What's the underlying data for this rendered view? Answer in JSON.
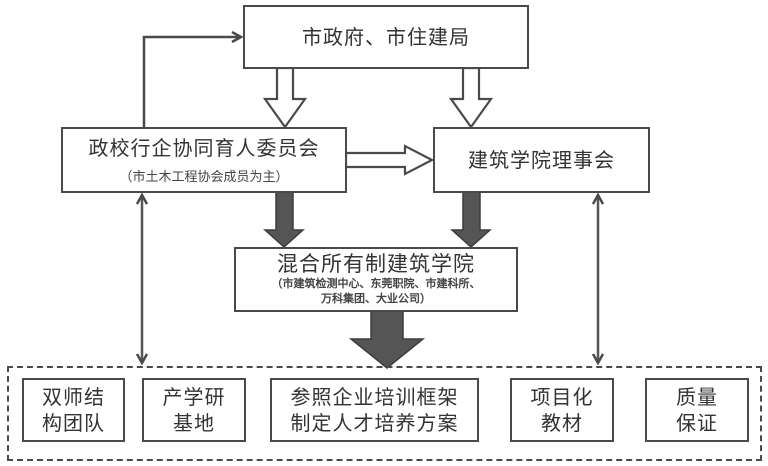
{
  "diagram": {
    "nodes": {
      "government": {
        "title": "市政府、市住建局"
      },
      "committee": {
        "title": "政校行企协同育人委员会",
        "subtitle": "（市土木工程协会成员为主）"
      },
      "council": {
        "title": "建筑学院理事会"
      },
      "college": {
        "title": "混合所有制建筑学院",
        "subtitle_line1": "（市建筑检测中心、东莞职院、市建科所、",
        "subtitle_line2": "万科集团、大业公司）"
      }
    },
    "outcomes": [
      {
        "line1": "双师结",
        "line2": "构团队"
      },
      {
        "line1": "产学研",
        "line2": "基地"
      },
      {
        "line1": "参照企业培训框架",
        "line2": "制定人才培养方案"
      },
      {
        "line1": "项目化",
        "line2": "教材"
      },
      {
        "line1": "质量",
        "line2": "保证"
      }
    ],
    "edges": [
      {
        "from": "committee",
        "to": "government",
        "style": "thin-arrow"
      },
      {
        "from": "government",
        "to": "committee",
        "style": "hollow-arrow"
      },
      {
        "from": "government",
        "to": "council",
        "style": "hollow-arrow"
      },
      {
        "from": "committee",
        "to": "council",
        "style": "hollow-arrow"
      },
      {
        "from": "committee",
        "to": "college",
        "style": "solid-arrow"
      },
      {
        "from": "council",
        "to": "college",
        "style": "solid-arrow"
      },
      {
        "from": "college",
        "to": "outcomes",
        "style": "large-solid-arrow"
      },
      {
        "from": "committee",
        "to": "outcomes",
        "style": "double-arrow"
      },
      {
        "from": "council",
        "to": "outcomes",
        "style": "double-arrow"
      }
    ],
    "colors": {
      "line": "#4a4a4a",
      "solid_arrow": "#555555",
      "background": "#ffffff"
    }
  }
}
